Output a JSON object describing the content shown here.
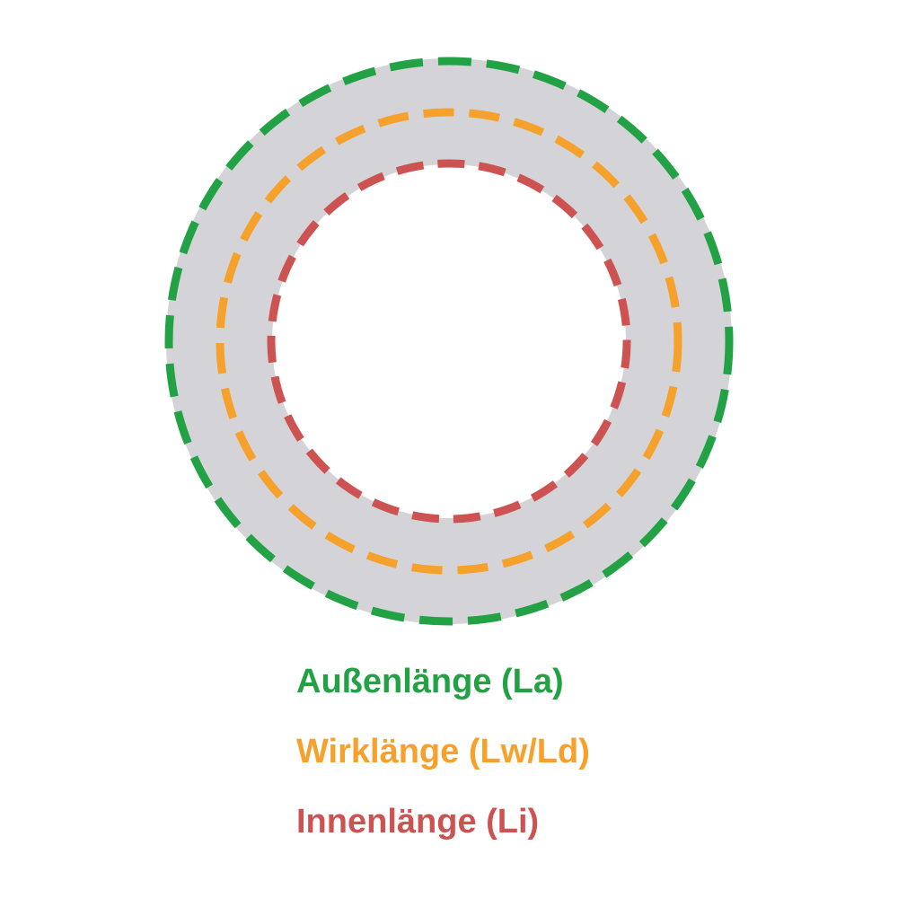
{
  "diagram": {
    "subject": "v-belt-length-diagram",
    "belt": {
      "color": "#d4d4d8"
    },
    "rings": {
      "outer": {
        "label": "Außenlänge (La)",
        "abbr": "La",
        "color": "#22a245"
      },
      "effective": {
        "label": "Wirklänge (Lw/Ld)",
        "abbr": "Lw/Ld",
        "color": "#f5a12b"
      },
      "inner": {
        "label": "Innenlänge (Li)",
        "abbr": "Li",
        "color": "#cd5352"
      }
    }
  }
}
